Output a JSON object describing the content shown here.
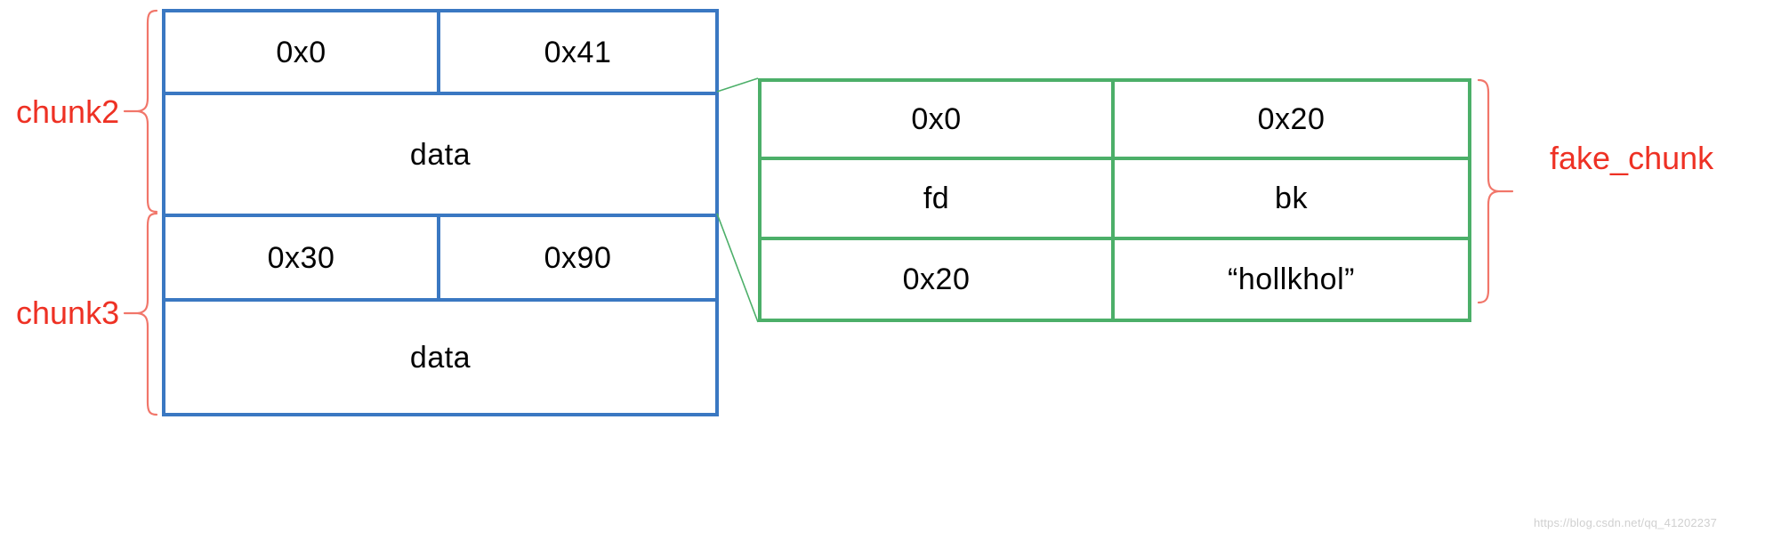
{
  "diagram": {
    "title": "heap chunk overlap / fake_chunk layout",
    "colors": {
      "blue_border": "#3a78c2",
      "green_border": "#4caf69",
      "red_annotation": "#ee3124",
      "text": "#000000",
      "watermark": "#d0d0d0",
      "background": "#ffffff"
    },
    "left_table": {
      "name": "chunk-memory-table",
      "border_color": "#3a78c2",
      "rows": [
        {
          "type": "split",
          "left": "0x0",
          "right": "0x41"
        },
        {
          "type": "full",
          "text": "data"
        },
        {
          "type": "split",
          "left": "0x30",
          "right": "0x90"
        },
        {
          "type": "full",
          "text": "data"
        }
      ]
    },
    "right_table": {
      "name": "fake-chunk-table",
      "border_color": "#4caf69",
      "rows": [
        {
          "left": "0x0",
          "right": "0x20"
        },
        {
          "left": "fd",
          "right": "bk"
        },
        {
          "left": "0x20",
          "right": "“hollkhol”"
        }
      ]
    },
    "annotations": [
      {
        "id": "chunk2",
        "label": "chunk2",
        "color": "#ee3124",
        "side": "left"
      },
      {
        "id": "chunk3",
        "label": "chunk3",
        "color": "#ee3124",
        "side": "left"
      },
      {
        "id": "fake_chunk",
        "label": "fake_chunk",
        "color": "#ee3124",
        "side": "right"
      }
    ],
    "watermark": "https://blog.csdn.net/qq_41202237"
  }
}
